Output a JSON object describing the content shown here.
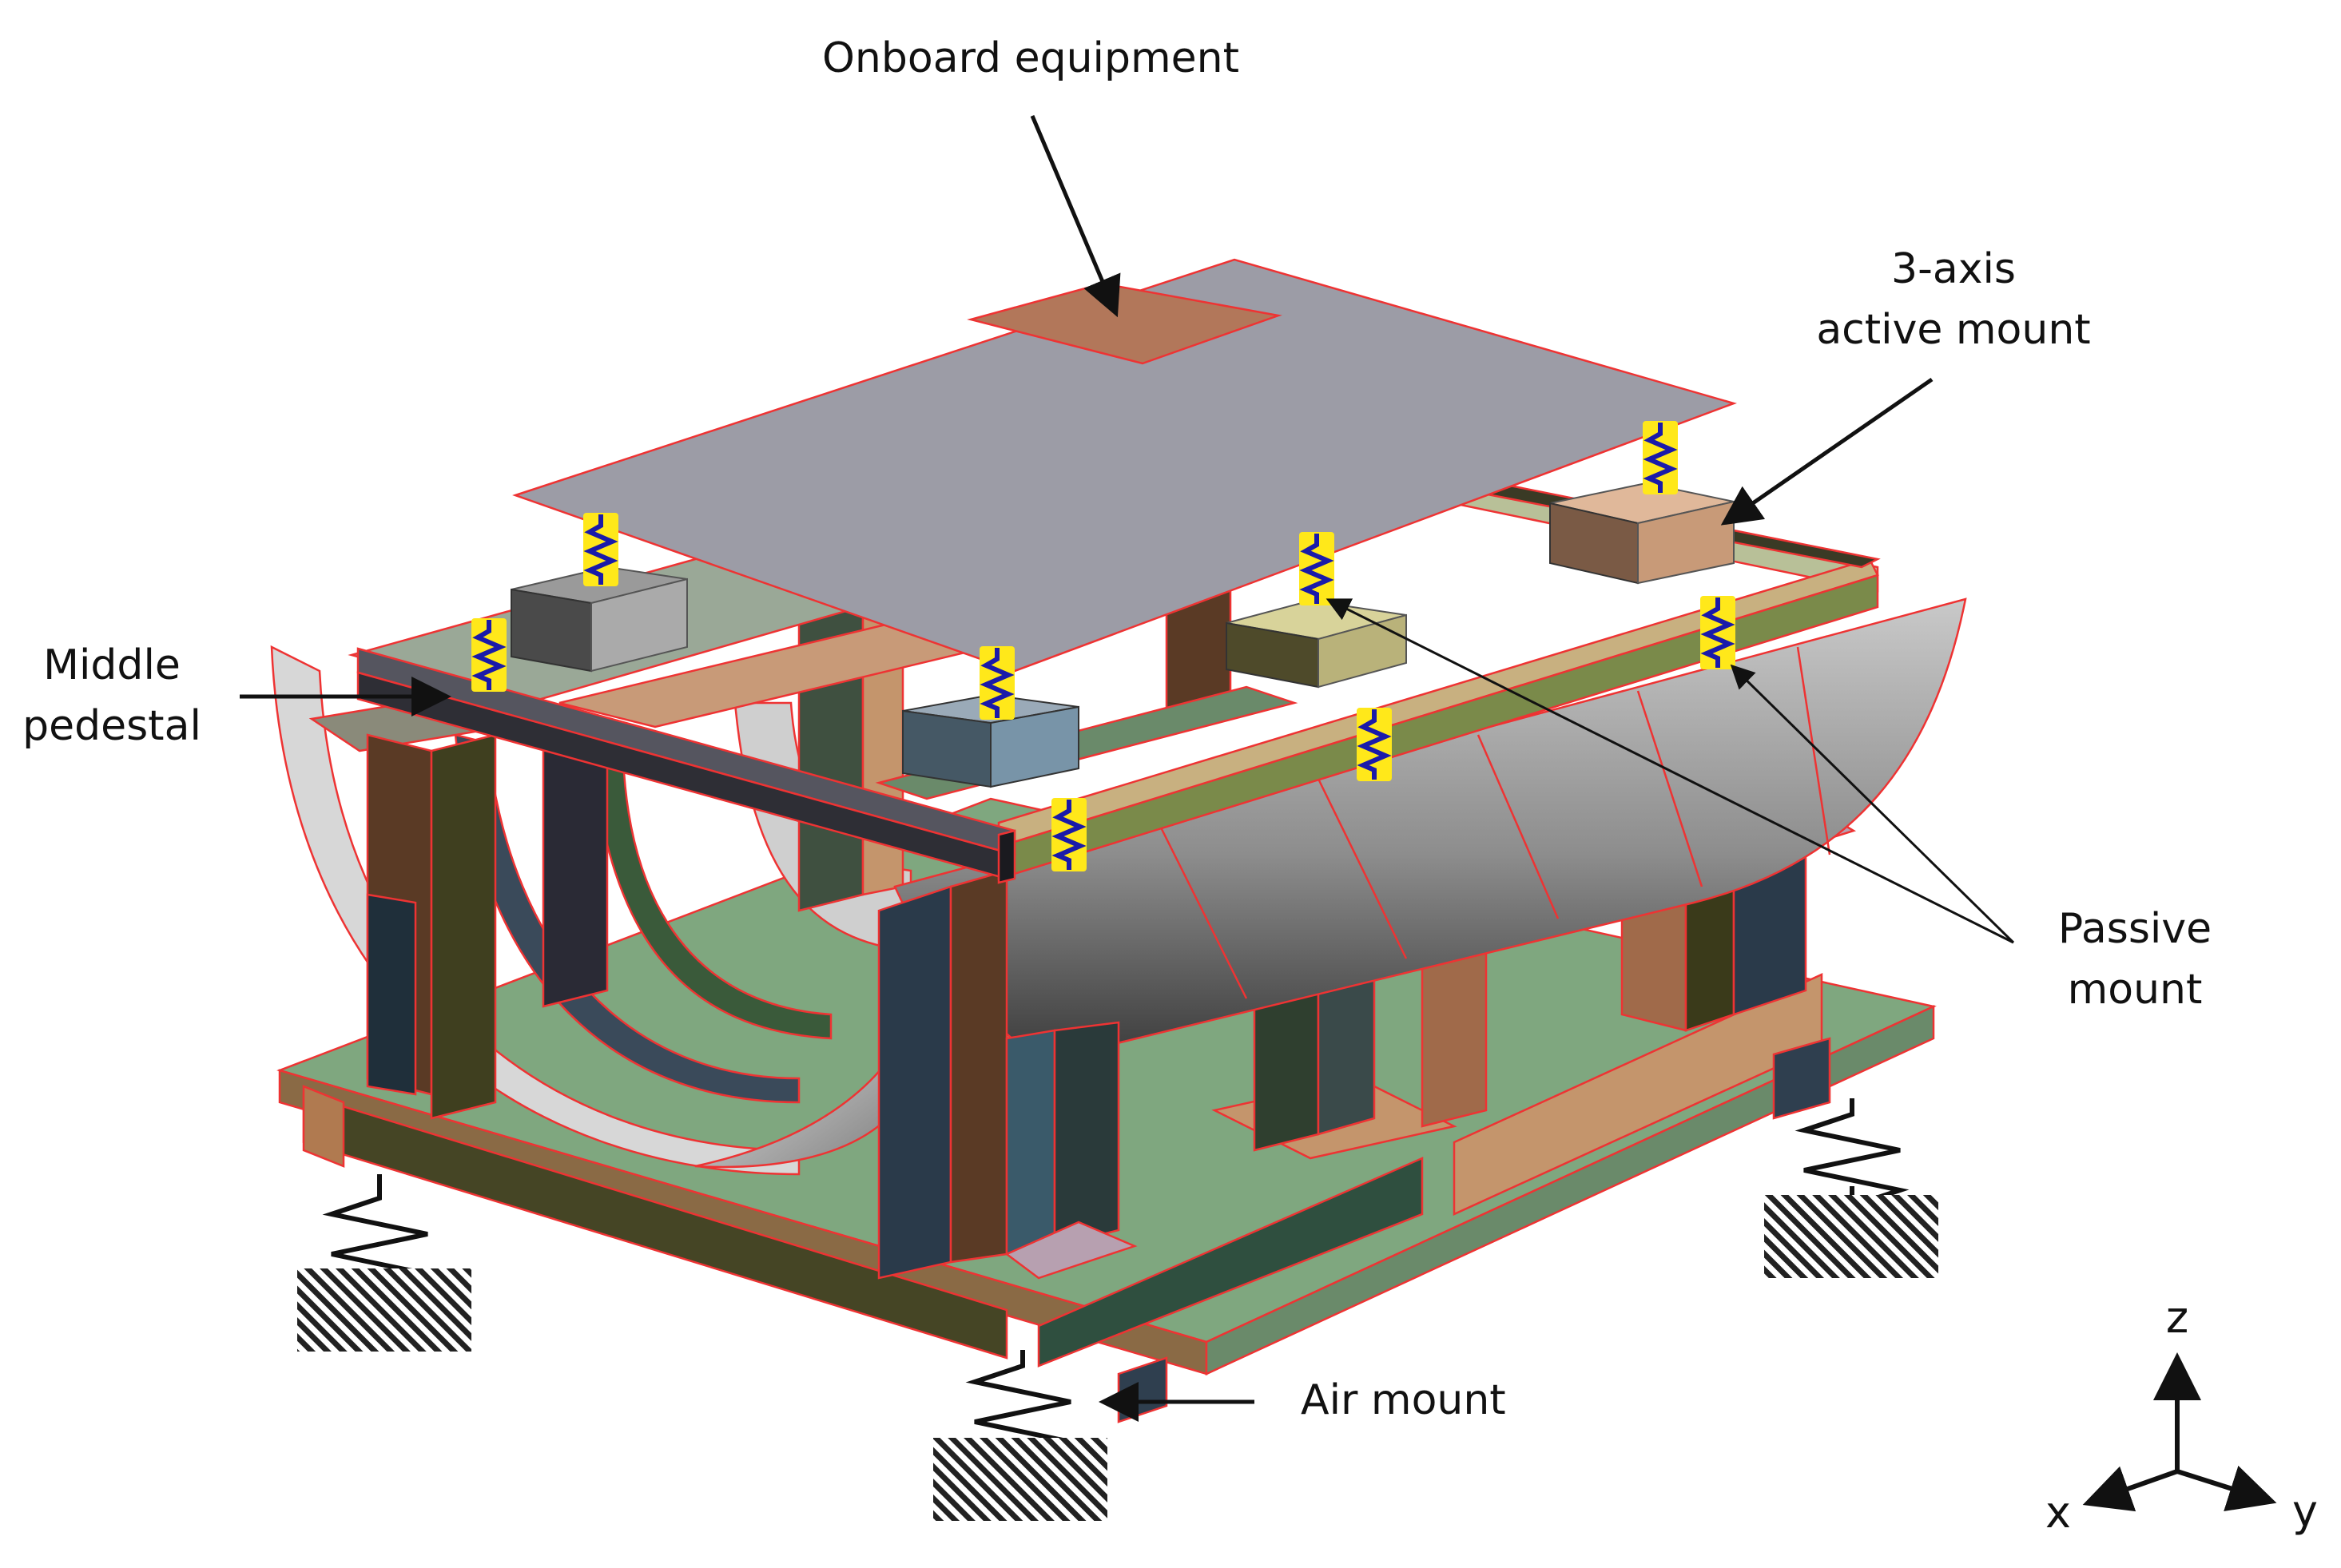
{
  "labels": {
    "onboard_equipment": "Onboard equipment",
    "three_axis_line1": "3-axis",
    "three_axis_line2": "active mount",
    "middle_line1": "Middle",
    "middle_line2": "pedestal",
    "passive_line1": "Passive",
    "passive_line2": "mount",
    "air_mount": "Air mount"
  },
  "axes": {
    "z": "z",
    "x": "x",
    "y": "y"
  },
  "colors": {
    "outline": "#e33333",
    "deck_plate": "#9c9ca6",
    "equipment_pad": "#b2775a",
    "base_plate": "#7fa77f",
    "hull": "#9a9a9a",
    "active_mount": "#c89a78",
    "passive_mount": "#b9b27a",
    "spring_coil": "#1a1aaa",
    "spring_marker": "#ffe81a",
    "middle_pedestal": "#2e2e35"
  }
}
